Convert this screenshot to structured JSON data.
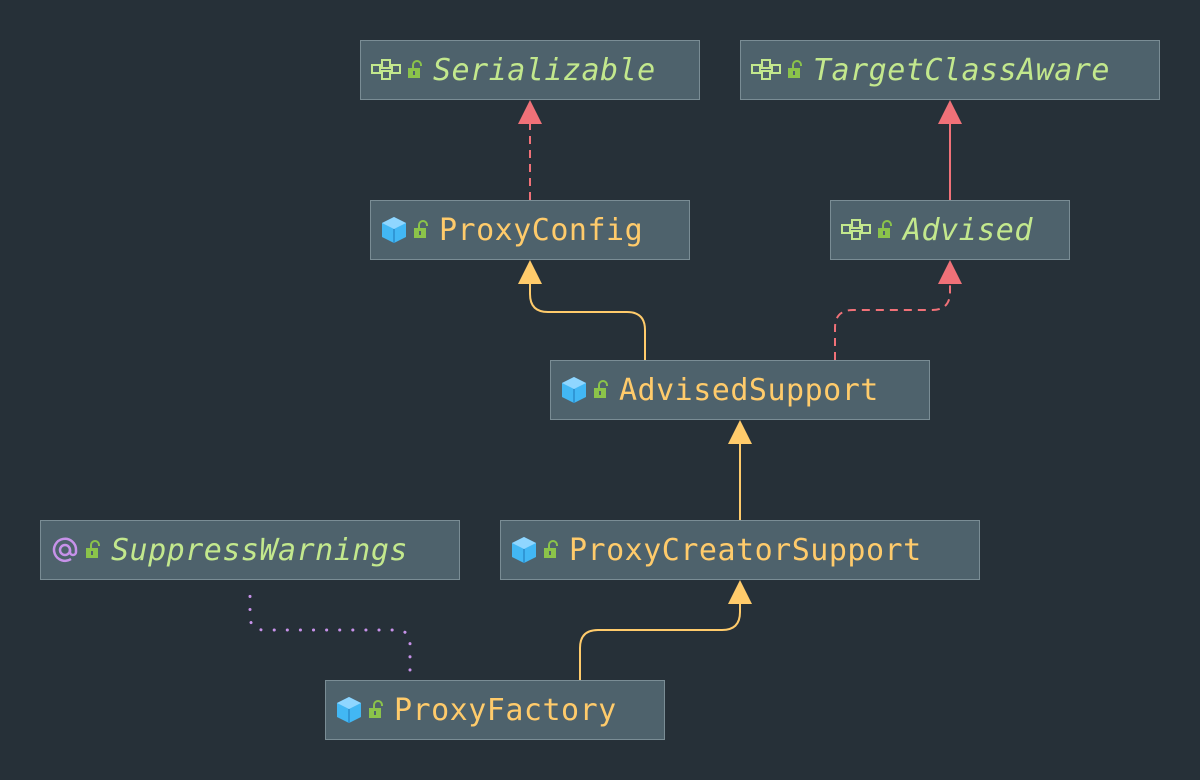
{
  "diagram": {
    "nodes": {
      "serializable": {
        "label": "Serializable",
        "kind": "interface",
        "icon": "interface-icon"
      },
      "target_class_aware": {
        "label": "TargetClassAware",
        "kind": "interface",
        "icon": "interface-icon"
      },
      "proxy_config": {
        "label": "ProxyConfig",
        "kind": "class",
        "icon": "class-icon"
      },
      "advised": {
        "label": "Advised",
        "kind": "interface",
        "icon": "interface-icon"
      },
      "advised_support": {
        "label": "AdvisedSupport",
        "kind": "class",
        "icon": "class-icon"
      },
      "suppress_warnings": {
        "label": "SuppressWarnings",
        "kind": "annotation",
        "icon": "annotation-icon"
      },
      "proxy_creator_support": {
        "label": "ProxyCreatorSupport",
        "kind": "class",
        "icon": "class-icon"
      },
      "proxy_factory": {
        "label": "ProxyFactory",
        "kind": "class",
        "icon": "class-icon"
      }
    },
    "edges": [
      {
        "from": "proxy_config",
        "to": "serializable",
        "type": "implements"
      },
      {
        "from": "advised",
        "to": "target_class_aware",
        "type": "extends-interface"
      },
      {
        "from": "advised_support",
        "to": "proxy_config",
        "type": "extends"
      },
      {
        "from": "advised_support",
        "to": "advised",
        "type": "implements"
      },
      {
        "from": "proxy_creator_support",
        "to": "advised_support",
        "type": "extends"
      },
      {
        "from": "proxy_factory",
        "to": "proxy_creator_support",
        "type": "extends"
      },
      {
        "from": "proxy_factory",
        "to": "suppress_warnings",
        "type": "annotated-with"
      }
    ],
    "colors": {
      "background": "#263038",
      "node_fill": "#4e626c",
      "class_label": "#ffcb6b",
      "interface_label": "#c3e88d",
      "extends_edge": "#ffcb6b",
      "implements_edge": "#f07178",
      "annotation_edge": "#c792ea",
      "class_icon": "#42b7f4",
      "lock_icon": "#8bc34a",
      "annotation_icon": "#c792ea"
    }
  }
}
